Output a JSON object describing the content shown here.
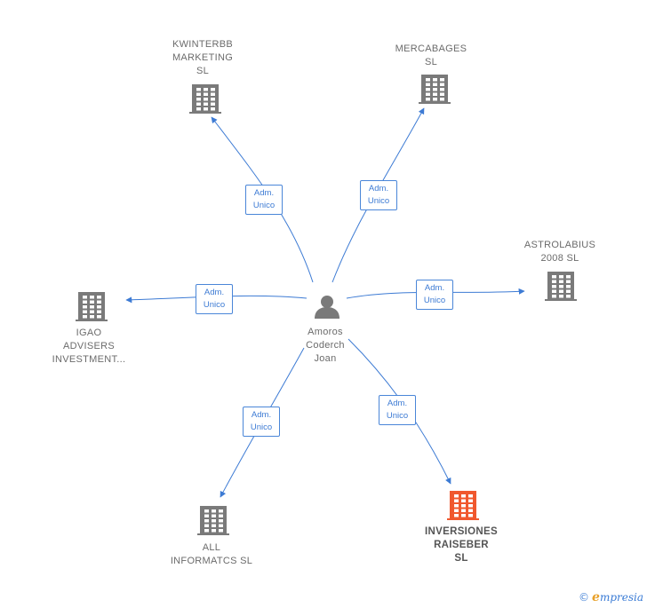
{
  "person": {
    "name_lines": [
      "Amoros",
      "Coderch",
      "Joan"
    ]
  },
  "companies": [
    {
      "id": "kwinterbb",
      "lines": [
        "KWINTERBB",
        "MARKETING",
        "SL"
      ],
      "highlight": false,
      "role_lines": [
        "Adm.",
        "Unico"
      ]
    },
    {
      "id": "mercabages",
      "lines": [
        "MERCABAGES",
        "SL"
      ],
      "highlight": false,
      "role_lines": [
        "Adm.",
        "Unico"
      ]
    },
    {
      "id": "astrolabius",
      "lines": [
        "ASTROLABIUS",
        "2008 SL"
      ],
      "highlight": false,
      "role_lines": [
        "Adm.",
        "Unico"
      ]
    },
    {
      "id": "igao",
      "lines": [
        "IGAO",
        "ADVISERS",
        "INVESTMENT..."
      ],
      "highlight": false,
      "role_lines": [
        "Adm.",
        "Unico"
      ]
    },
    {
      "id": "all-informatcs",
      "lines": [
        "ALL",
        "INFORMATCS SL"
      ],
      "highlight": false,
      "role_lines": [
        "Adm.",
        "Unico"
      ]
    },
    {
      "id": "inversiones",
      "lines": [
        "INVERSIONES",
        "RAISEBER",
        "SL"
      ],
      "highlight": true,
      "role_lines": [
        "Adm.",
        "Unico"
      ]
    }
  ],
  "colors": {
    "edge": "#3d7bd4",
    "building": "#7a7a7a",
    "building_highlight": "#f0582e",
    "person": "#7a7a7a"
  },
  "footer": {
    "copyright": "©",
    "brand_initial": "e",
    "brand_rest": "mpresia"
  }
}
